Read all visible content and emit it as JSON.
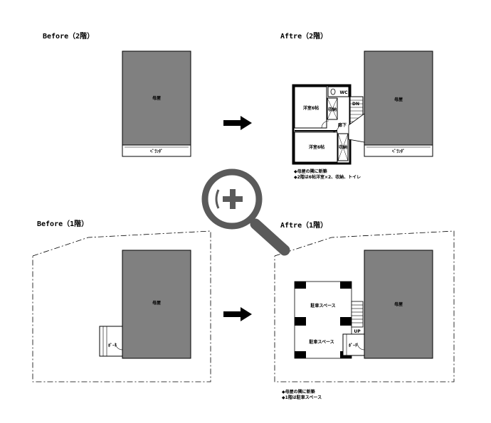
{
  "panels": {
    "before_2f": {
      "title": "Before（2階）",
      "main_house": "母屋",
      "balcony": "ﾍﾞﾗﾝﾀﾞ"
    },
    "after_2f": {
      "title": "Aftre（2階）",
      "main_house": "母屋",
      "balcony": "ﾍﾞﾗﾝﾀﾞ",
      "room_upper": "洋室6帖",
      "room_lower": "洋室6帖",
      "storage_upper": "収納",
      "storage_lower": "収納",
      "wc": "WC",
      "hallway": "廊下",
      "dn": "DN",
      "notes": [
        "◆母屋の隣に新築",
        "◆2階は6帖洋室×2、収納、トイレ"
      ]
    },
    "before_1f": {
      "title": "Before（1階）",
      "main_house": "母屋",
      "porch": "ﾎﾟｰﾁ"
    },
    "after_1f": {
      "title": "Aftre（1階）",
      "main_house": "母屋",
      "porch": "ﾎﾟｰﾁ",
      "parking_upper": "駐車スペース",
      "parking_lower": "駐車スペース",
      "up": "UP",
      "notes": [
        "◆母屋の隣に新築",
        "◆1階は駐車スペース"
      ]
    }
  },
  "icons": {
    "arrow": "right-arrow-icon",
    "zoom": "zoom-in-magnifier-icon"
  },
  "colors": {
    "house_fill": "#808080",
    "line": "#000000",
    "background": "#ffffff"
  }
}
